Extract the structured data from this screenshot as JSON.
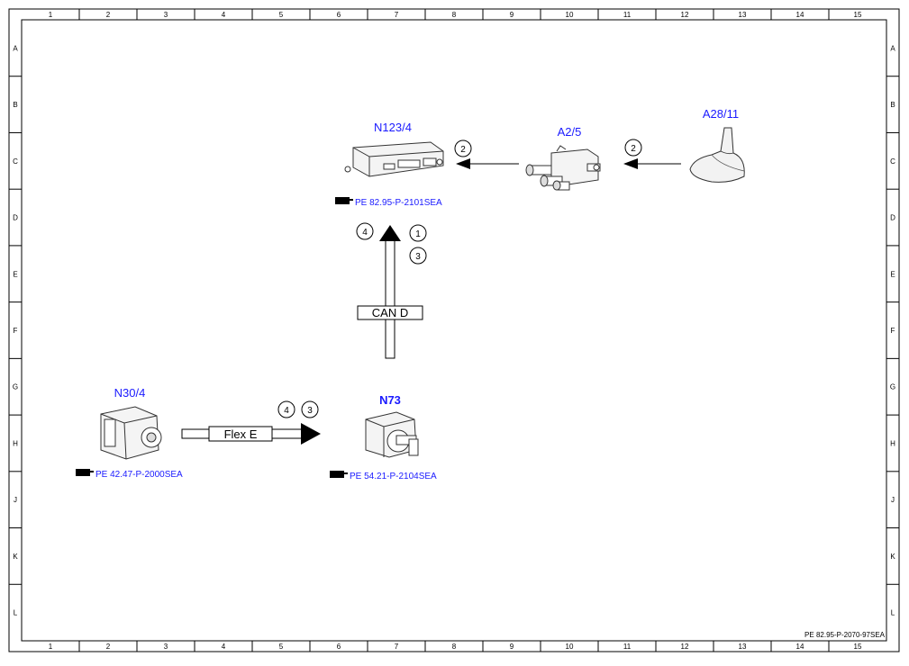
{
  "frame": {
    "columns": [
      "1",
      "2",
      "3",
      "4",
      "5",
      "6",
      "7",
      "8",
      "9",
      "10",
      "11",
      "12",
      "13",
      "14",
      "15"
    ],
    "rows": [
      "A",
      "B",
      "C",
      "D",
      "E",
      "F",
      "G",
      "H",
      "J",
      "K",
      "L"
    ],
    "document_id": "PE 82.95-P-2070-97SEA"
  },
  "components": {
    "n123": {
      "label": "N123/4",
      "ref": "PE 82.95-P-2101SEA"
    },
    "a2": {
      "label": "A2/5"
    },
    "a28": {
      "label": "A28/11"
    },
    "n30": {
      "label": "N30/4",
      "ref": "PE 42.47-P-2000SEA"
    },
    "n73": {
      "label": "N73",
      "ref": "PE 54.21-P-2104SEA"
    }
  },
  "connections": {
    "can_label": "CAN D",
    "flex_label": "Flex E",
    "markers": {
      "a28_to_a2": "2",
      "a2_to_n123": "2",
      "can_left": "4",
      "can_right_top": "1",
      "can_right_bottom": "3",
      "flex_first": "4",
      "flex_second": "3"
    }
  },
  "colors": {
    "label": "#1a1aff",
    "line": "#000000"
  }
}
